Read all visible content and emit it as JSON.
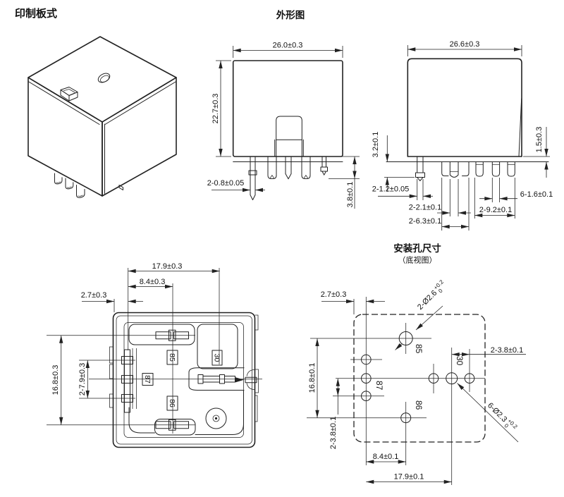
{
  "colors": {
    "background": "#ffffff",
    "line": "#222222"
  },
  "titles": {
    "main": "印制板式",
    "outline": "外形图",
    "mounting": "安装孔尺寸",
    "mounting_sub": "（底视图）"
  },
  "front_view": {
    "dim_width": "26.0±0.3",
    "dim_height": "22.7±0.3",
    "dim_pin_thin": "2-0.8±0.05",
    "dim_pin_length": "3.8±0.1"
  },
  "side_view": {
    "dim_width": "26.6±0.3",
    "dim_left": "3.2±0.1",
    "dim_right": "1.5±0.3",
    "dim_pin_thin": "2-1.2±0.05",
    "dim_slot_inner": "2-2.1±0.1",
    "dim_slot_outer": "2-6.3±0.1",
    "dim_group_span": "2-9.2±0.1",
    "dim_pin_wide": "6-1.6±0.1"
  },
  "bottom_view": {
    "dim_pitch_wide": "17.9±0.3",
    "dim_pitch_mid": "8.4±0.3",
    "dim_offset_left": "2.7±0.3",
    "dim_height_pitch": "16.8±0.3",
    "dim_pin_pitch": "2-7.9±0.3",
    "pin_85": "85",
    "pin_30": "30",
    "pin_87": "87",
    "pin_86": "86"
  },
  "mounting_view": {
    "dim_offset_left": "2.7±0.3",
    "dim_hole_large": "2-Ø2.6",
    "dim_hole_large_sup": "+0.2",
    "dim_hole_large_sub": "0",
    "dim_hole_small": "6-Ø2.3",
    "dim_hole_small_sup": "+0.2",
    "dim_hole_small_sub": "0",
    "dim_pitch_right": "2-3.8±0.1",
    "dim_height_pitch": "16.8±0.1",
    "dim_pitch_left": "2-3.8±0.1",
    "dim_pitch_mid": "8.4±0.1",
    "dim_pitch_wide": "17.9±0.1",
    "pin_85": "85",
    "pin_30": "30",
    "pin_87": "87",
    "pin_86": "86"
  }
}
